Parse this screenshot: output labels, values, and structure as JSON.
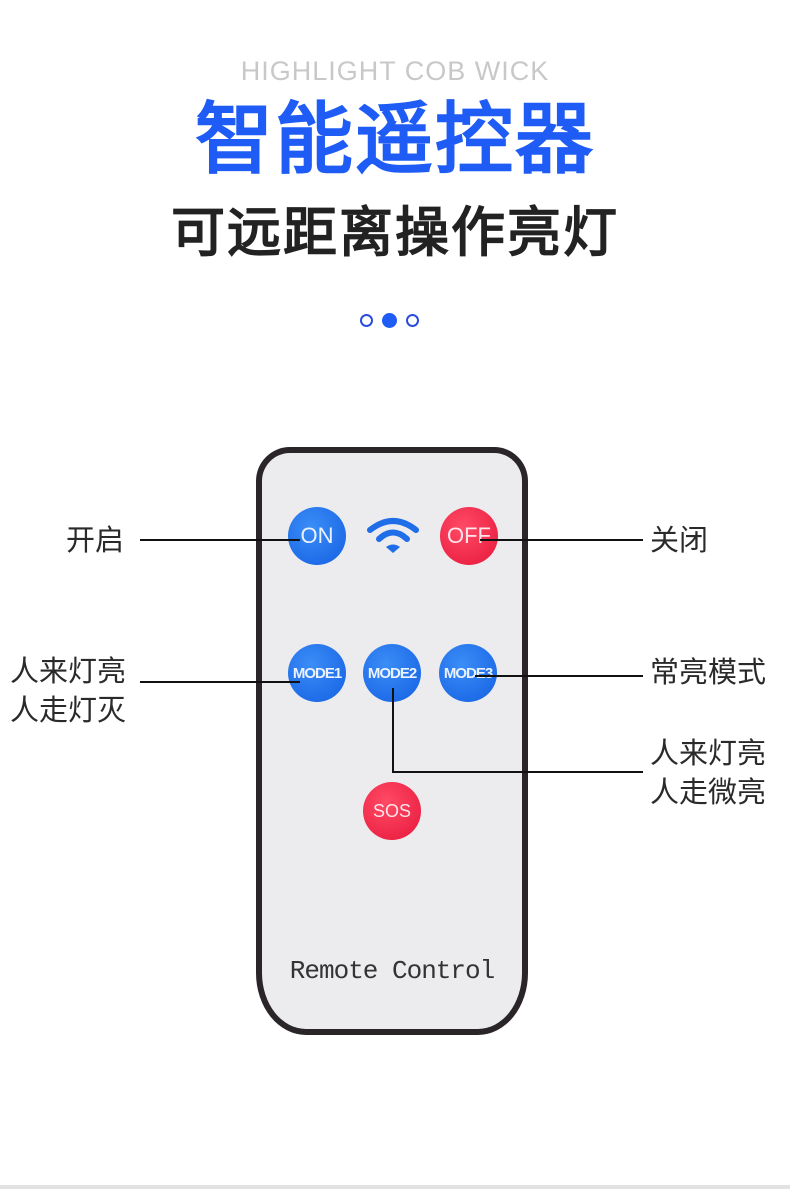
{
  "header": {
    "subtitle_en": "HIGHLIGHT COB WICK",
    "title": "智能遥控器",
    "subtitle": "可远距离操作亮灯"
  },
  "pager": {
    "count": 3,
    "active_index": 1
  },
  "remote": {
    "buttons": {
      "on": "ON",
      "off": "OFF",
      "mode1": "MODE1",
      "mode2": "MODE2",
      "mode3": "MODE3",
      "sos": "SOS"
    },
    "signal_icon": "wifi-icon",
    "label": "Remote Control"
  },
  "callouts": {
    "on": "开启",
    "off": "关闭",
    "mode1_line1": "人来灯亮",
    "mode1_line2": "人走灯灭",
    "mode3": "常亮模式",
    "mode2_line1": "人来灯亮",
    "mode2_line2": "人走微亮"
  },
  "colors": {
    "brand_blue": "#1f5cf5",
    "button_blue": "#1f6de8",
    "button_red": "#ee2647",
    "text_dark": "#222222"
  }
}
